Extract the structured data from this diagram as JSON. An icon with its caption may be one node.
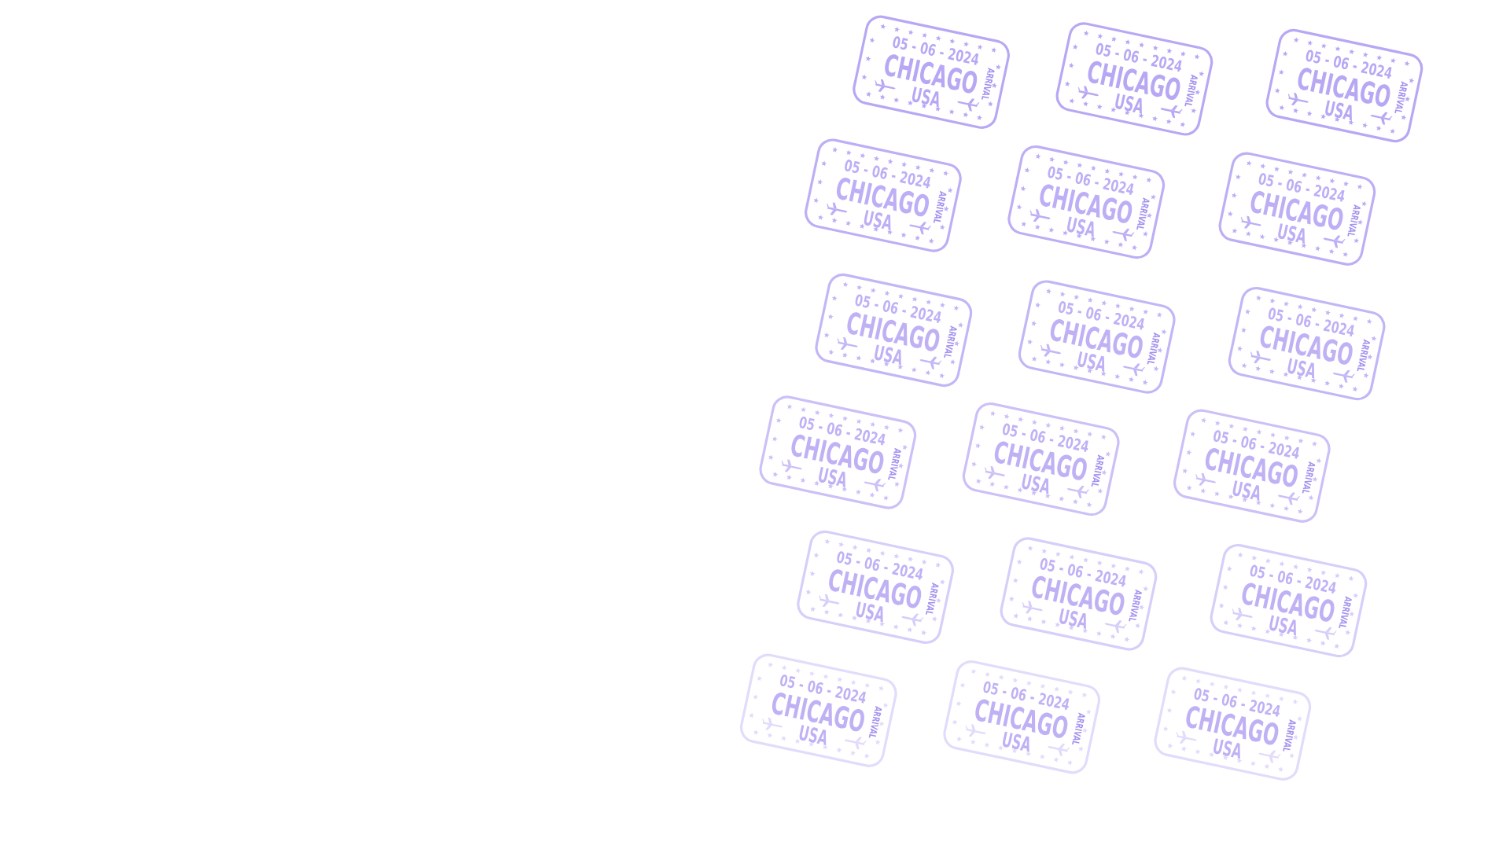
{
  "diagram": {
    "nodes": [
      {
        "text": [
          "05 - 06 - 2024",
          "CHICAGO",
          "USA",
          "ARRIVAL"
        ]
      },
      {
        "text": [
          "05 - 06 - 2024",
          "CHICAGO",
          "USA",
          "ARRIVAL"
        ]
      },
      {
        "text": [
          "05 - 06 - 2024",
          "CHICAGO",
          "USA",
          "ARRIVAL"
        ]
      },
      {
        "text": [
          "05 - 06 - 2024",
          "CHICAGO",
          "USA",
          "ARRIVAL"
        ]
      },
      {
        "text": [
          "05 - 06 - 2024",
          "CHICAGO",
          "USA",
          "ARRIVAL"
        ]
      },
      {
        "text": [
          "05 - 06 - 2024",
          "CHICAGO",
          "USA",
          "ARRIVAL"
        ]
      },
      {
        "text": [
          "05 - 06 - 2024",
          "CHICAGO",
          "USA",
          "ARRIVAL"
        ]
      },
      {
        "text": [
          "05 - 06 - 2024",
          "CHICAGO",
          "USA",
          "ARRIVAL"
        ]
      },
      {
        "text": [
          "05 - 06 - 2024",
          "CHICAGO",
          "USA",
          "ARRIVAL"
        ]
      },
      {
        "text": [
          "05 - 06 - 2024",
          "CHICAGO",
          "USA",
          "ARRIVAL"
        ]
      },
      {
        "text": [
          "05 - 06 - 2024",
          "CHICAGO",
          "USA",
          "ARRIVAL"
        ]
      },
      {
        "text": [
          "05 - 06 - 2024",
          "CHICAGO",
          "USA",
          "ARRIVAL"
        ]
      },
      {
        "text": [
          "05 - 06 - 2024",
          "CHICAGO",
          "USA",
          "ARRIVAL"
        ]
      },
      {
        "text": [
          "05 - 06 - 2024",
          "CHICAGO",
          "USA",
          "ARRIVAL"
        ]
      },
      {
        "text": [
          "05 - 06 - 2024",
          "CHICAGO",
          "USA",
          "ARRIVAL"
        ]
      },
      {
        "text": [
          "05 - 06 - 2024",
          "CHICAGO",
          "USA",
          "ARRIVAL"
        ]
      },
      {
        "text": [
          "05 - 06 - 2024",
          "CHICAGO",
          "USA",
          "ARRIVAL"
        ]
      },
      {
        "text": [
          "05 - 06 - 2024",
          "CHICAGO",
          "USA",
          "ARRIVAL"
        ]
      }
    ]
  }
}
